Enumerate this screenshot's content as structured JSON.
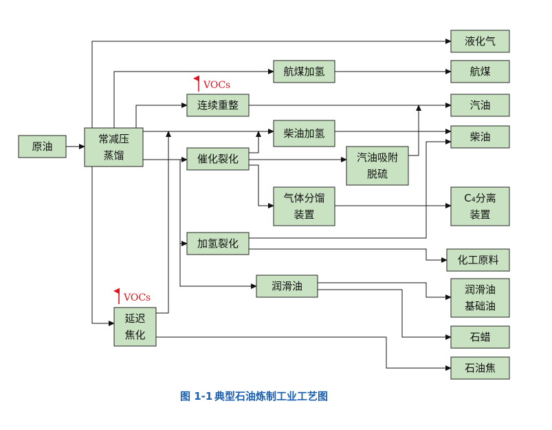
{
  "nodes": {
    "crude": "原油",
    "distill": [
      "常减压",
      "蒸馏"
    ],
    "jet_hydro": "航煤加氢",
    "reform": "连续重整",
    "diesel_hydro": "柴油加氢",
    "fcc": "催化裂化",
    "gas_ads": [
      "汽油吸附",
      "脱硫"
    ],
    "gas_frac": [
      "气体分馏",
      "装置"
    ],
    "hydrocrack": "加氢裂化",
    "lube": "润滑油",
    "coking": [
      "延迟",
      "焦化"
    ],
    "lpg": "液化气",
    "jet": "航煤",
    "gasoline": "汽油",
    "diesel": "柴油",
    "c4_sep": [
      "C₄分离",
      "装置"
    ],
    "chem": "化工原料",
    "lube_base": [
      "润滑油",
      "基础油"
    ],
    "wax": "石蜡",
    "coke": "石油焦"
  },
  "voc_labels": {
    "reform": "VOCs",
    "coking": "VOCs"
  },
  "caption": {
    "number": "图 1-1",
    "title": "典型石油炼制工业工艺图"
  },
  "colors": {
    "box_fill": "#c9e3c2",
    "voc_red": "#e8101c",
    "caption_blue": "#1a5fb0"
  }
}
